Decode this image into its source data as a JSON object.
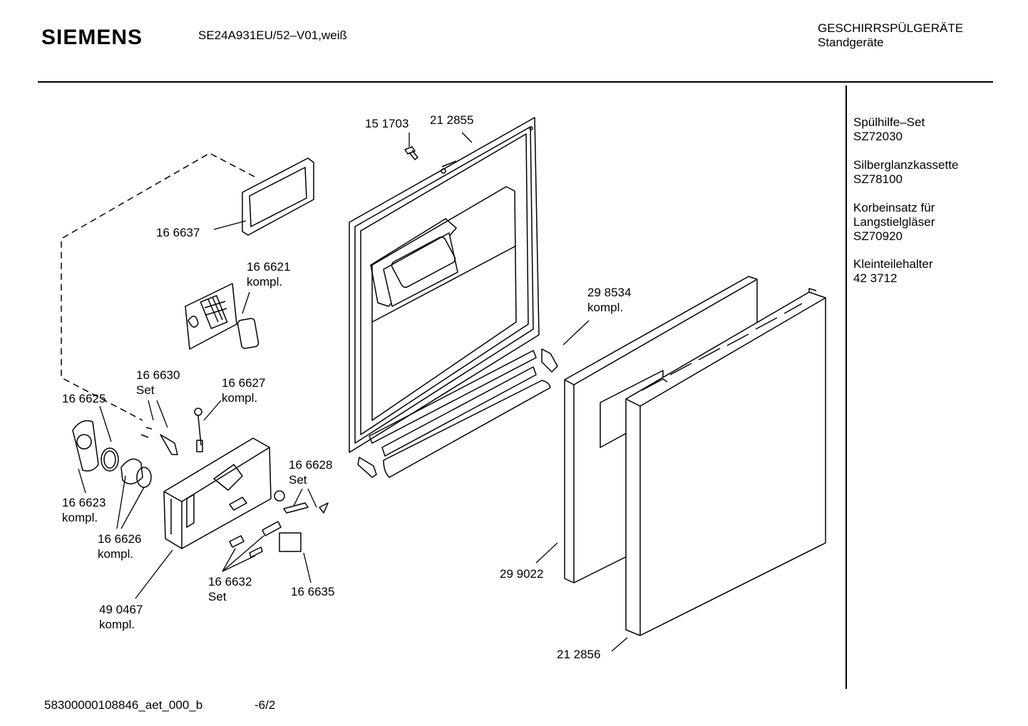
{
  "header": {
    "brand": "SIEMENS",
    "model": "SE24A931EU/52–V01,weiß",
    "category_line1": "GESCHIRRSPÜLGERÄTE",
    "category_line2": "Standgeräte"
  },
  "accessories": [
    {
      "name": "Spülhilfe–Set",
      "code": "SZ72030"
    },
    {
      "name": "Silberglanzkassette",
      "code": "SZ78100"
    },
    {
      "name": "Korbeinsatz für",
      "name2": "Langstielgläser",
      "code": "SZ70920"
    },
    {
      "name": "Kleinteilehalter",
      "code": "42 3712"
    }
  ],
  "parts": {
    "p151703": {
      "num": "15 1703"
    },
    "p212855": {
      "num": "21 2855"
    },
    "p166637": {
      "num": "16 6637"
    },
    "p166621": {
      "num": "16 6621",
      "sub": "kompl."
    },
    "p298534": {
      "num": "29 8534",
      "sub": "kompl."
    },
    "p166630": {
      "num": "16 6630",
      "sub": "Set"
    },
    "p166627": {
      "num": "16 6627",
      "sub": "kompl."
    },
    "p166625": {
      "num": "16 6625"
    },
    "p166628": {
      "num": "16 6628",
      "sub": "Set"
    },
    "p166623": {
      "num": "16 6623",
      "sub": "kompl."
    },
    "p166626": {
      "num": "16 6626",
      "sub": "kompl."
    },
    "p299022": {
      "num": "29 9022"
    },
    "p166632": {
      "num": "16 6632",
      "sub": "Set"
    },
    "p166635": {
      "num": "16 6635"
    },
    "p490467": {
      "num": "49 0467",
      "sub": "kompl."
    },
    "p212856": {
      "num": "21 2856"
    }
  },
  "footer": {
    "doc_id": "58300000108846_aet_000_b",
    "page": "-6/2"
  }
}
